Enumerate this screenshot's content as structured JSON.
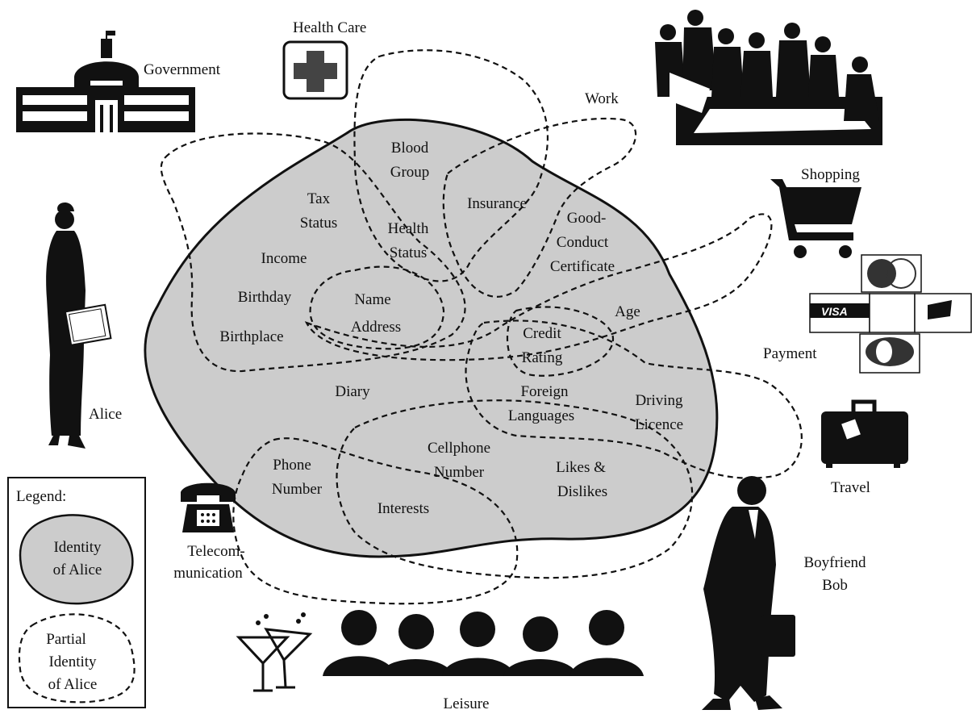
{
  "colors": {
    "identity_fill": "#cccccc",
    "outline": "#111111",
    "background": "#ffffff"
  },
  "identity_attributes": {
    "blood_group": [
      "Blood",
      "Group"
    ],
    "tax_status": [
      "Tax",
      "Status"
    ],
    "insurance": "Insurance",
    "health_status": [
      "Health",
      "Status"
    ],
    "good_conduct": [
      "Good-",
      "Conduct",
      "Certificate"
    ],
    "income": "Income",
    "birthday": "Birthday",
    "name_address": [
      "Name",
      "Address"
    ],
    "age": "Age",
    "birthplace": "Birthplace",
    "credit_rating": [
      "Credit",
      "Rating"
    ],
    "diary": "Diary",
    "foreign_languages": [
      "Foreign",
      "Languages"
    ],
    "driving_licence": [
      "Driving",
      "Licence"
    ],
    "cellphone_number": [
      "Cellphone",
      "Number"
    ],
    "phone_number": [
      "Phone",
      "Number"
    ],
    "likes_dislikes": [
      "Likes &",
      "Dislikes"
    ],
    "interests": "Interests"
  },
  "contexts": {
    "government": "Government",
    "health_care": "Health Care",
    "work": "Work",
    "shopping": "Shopping",
    "payment": "Payment",
    "travel": "Travel",
    "telecom": [
      "Telecom-",
      "munication"
    ],
    "leisure": "Leisure",
    "alice": "Alice",
    "bob": [
      "Boyfriend",
      "Bob"
    ]
  },
  "card_logos": {
    "visa": "VISA"
  },
  "legend": {
    "title": "Legend:",
    "identity": [
      "Identity",
      "of Alice"
    ],
    "partial": [
      "Partial",
      "Identity",
      "of Alice"
    ]
  },
  "icons": [
    "capitol-building-icon",
    "medical-cross-icon",
    "meeting-people-icon",
    "shopping-cart-icon",
    "credit-cards-icon",
    "suitcase-icon",
    "telephone-icon",
    "cocktail-glasses-icon",
    "audience-silhouettes-icon",
    "woman-silhouette-icon",
    "man-silhouette-icon"
  ]
}
